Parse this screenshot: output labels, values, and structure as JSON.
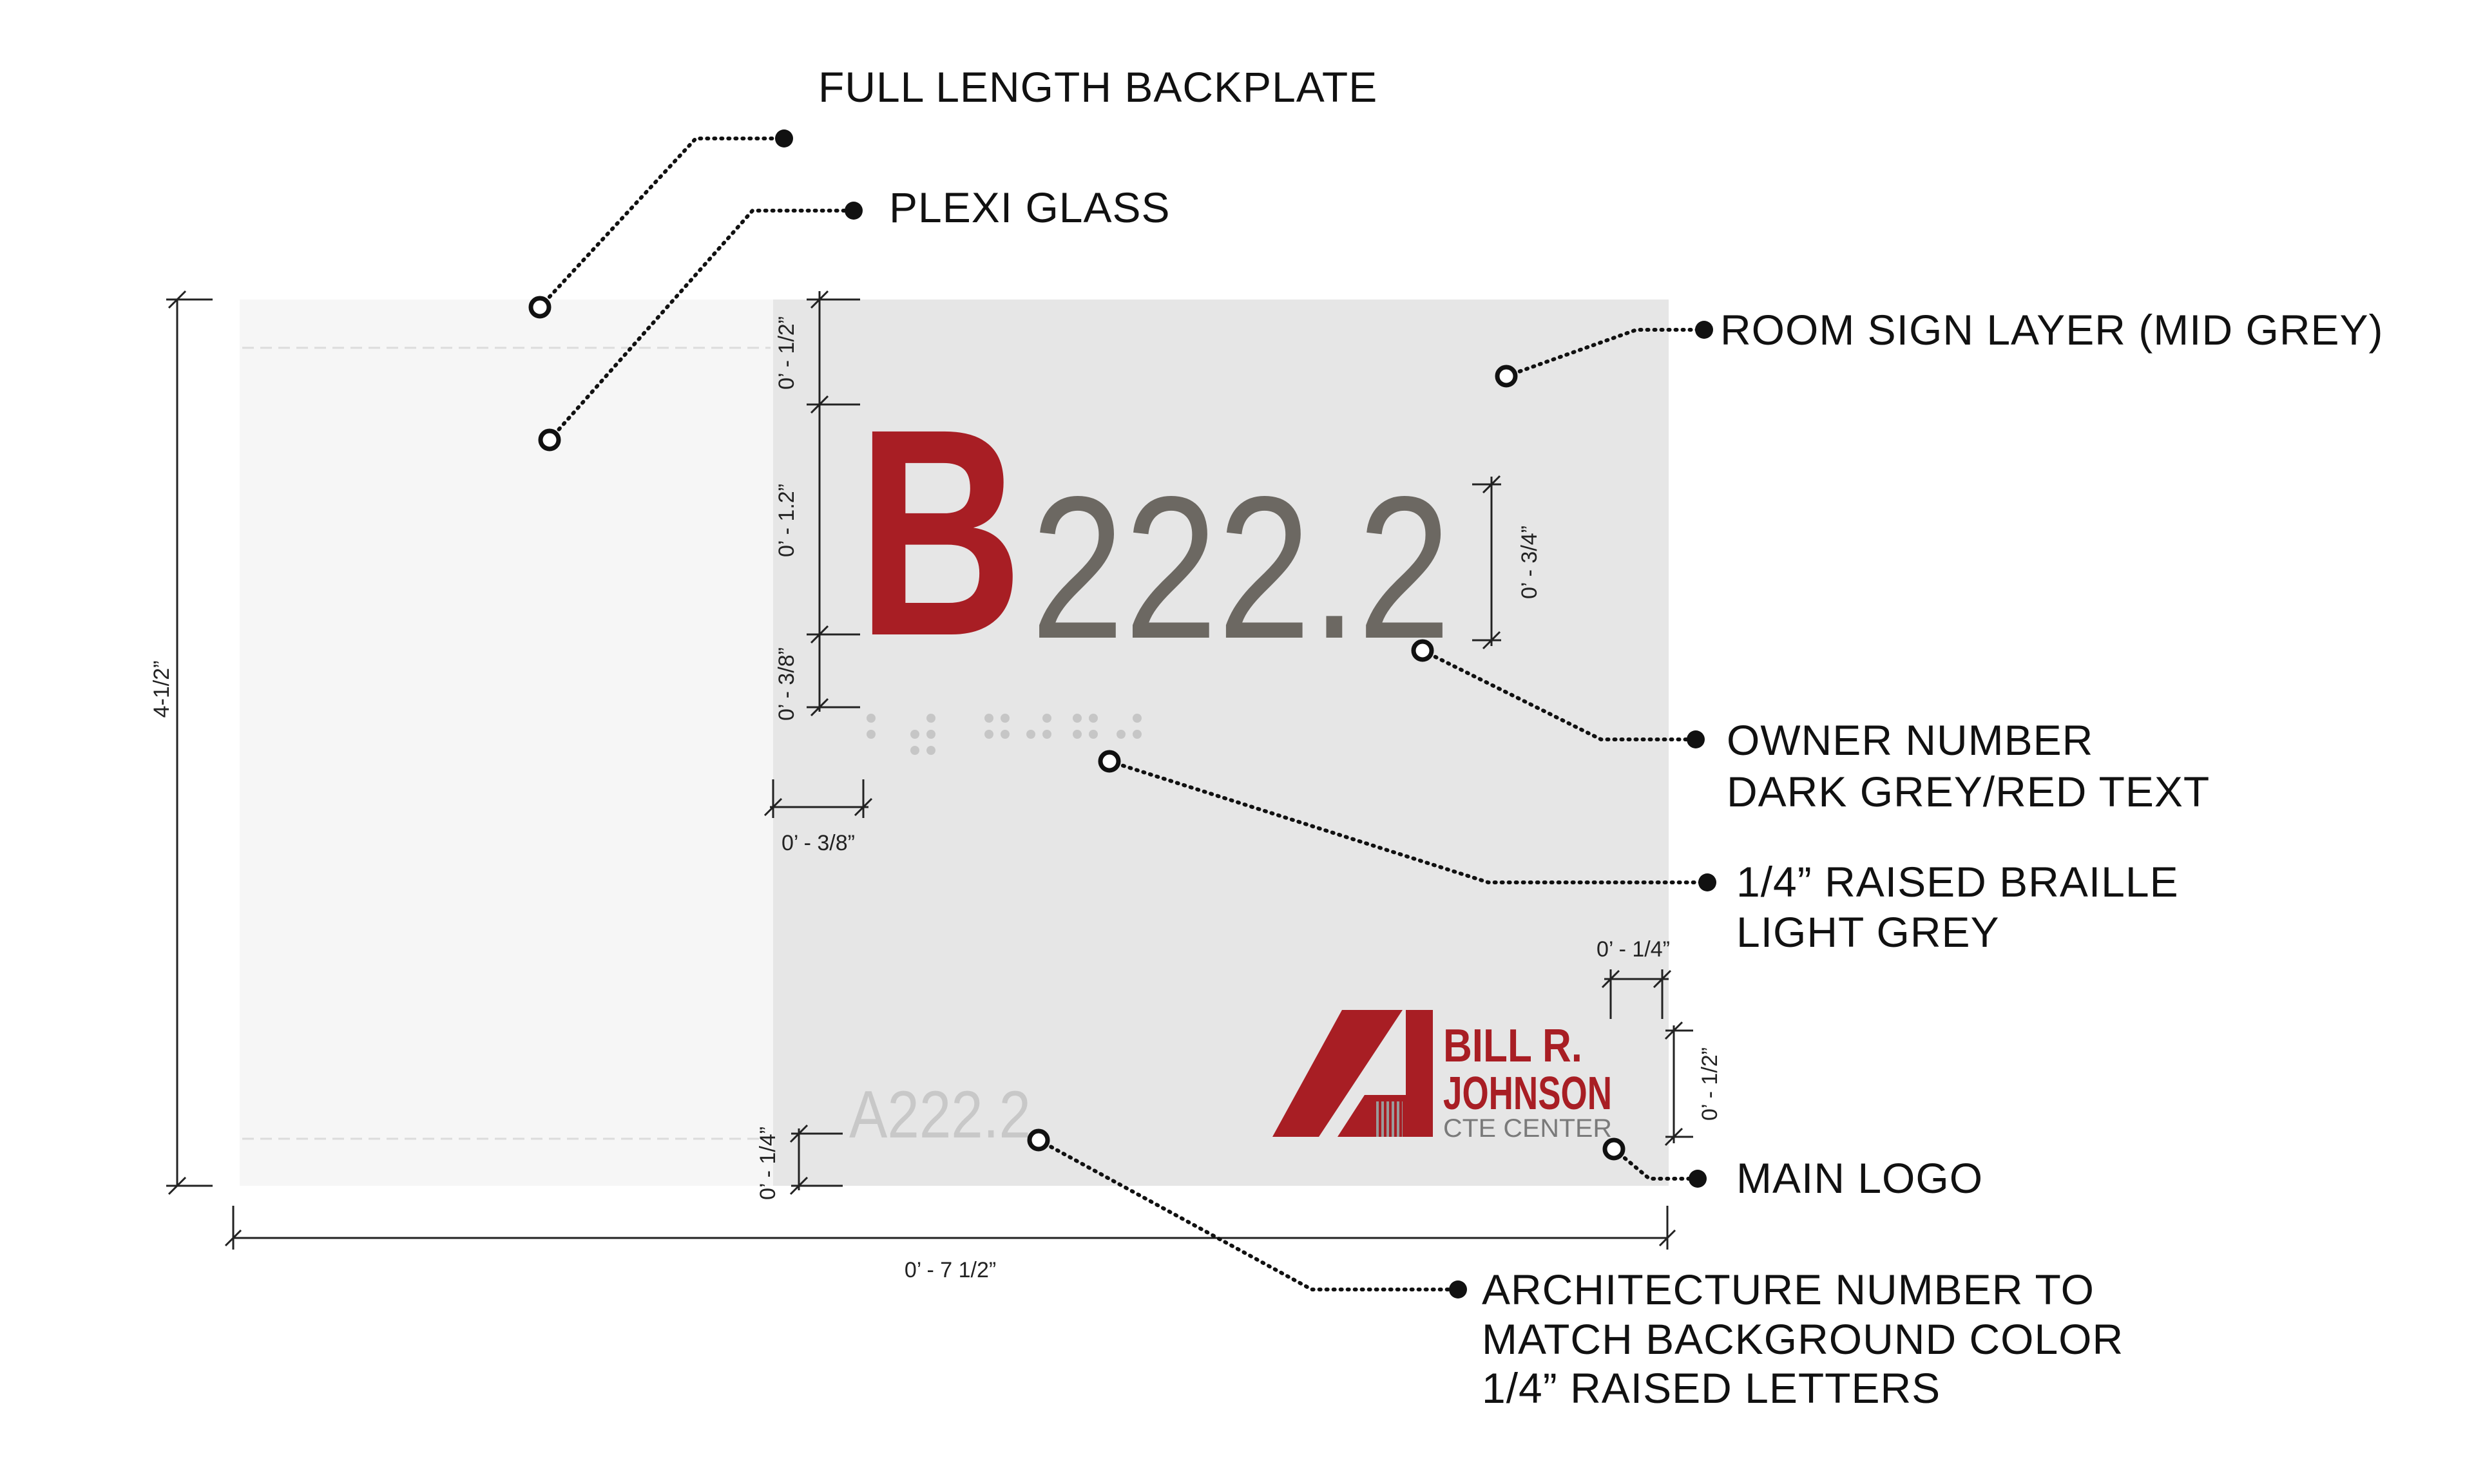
{
  "colors": {
    "backplate": "#f6f6f6",
    "room_sign": "#e6e6e6",
    "owner_red": "#a81e24",
    "owner_grey": "#6c6862",
    "braille": "#c6c6c6",
    "arch_number": "#c8c8c8",
    "logo_red": "#a81e24",
    "logo_grey": "#7a7a7a"
  },
  "sign": {
    "owner_letter": "B",
    "owner_digits": "222.2",
    "arch_number": "A222.2",
    "logo": {
      "line1": "BILL R.",
      "line2": "JOHNSON",
      "line3": "CTE CENTER"
    }
  },
  "callouts": {
    "backplate": [
      "FULL LENGTH BACKPLATE"
    ],
    "plexi": [
      "PLEXI GLASS"
    ],
    "room_sign": [
      "ROOM SIGN LAYER (MID GREY)"
    ],
    "owner": [
      "OWNER NUMBER",
      "DARK GREY/RED TEXT"
    ],
    "braille": [
      "1/4” RAISED BRAILLE",
      "LIGHT GREY"
    ],
    "logo": [
      "MAIN LOGO"
    ],
    "arch": [
      "ARCHITECTURE NUMBER TO",
      "MATCH BACKGROUND COLOR",
      "1/4” RAISED LETTERS"
    ]
  },
  "dimensions": {
    "height": "4-1/2”",
    "width": "0’ - 7 1/2”",
    "top_margin": "0’ - 1/2”",
    "letter_height": "0’ - 1.2”",
    "braille_gap": "0’ - 3/8”",
    "braille_inset": "0’ - 3/8”",
    "digit_height": "0’ - 3/4”",
    "logo_margin_right": "0’ - 1/4”",
    "logo_height": "0’ - 1/2”",
    "arch_height": "0’ - 1/4”"
  }
}
